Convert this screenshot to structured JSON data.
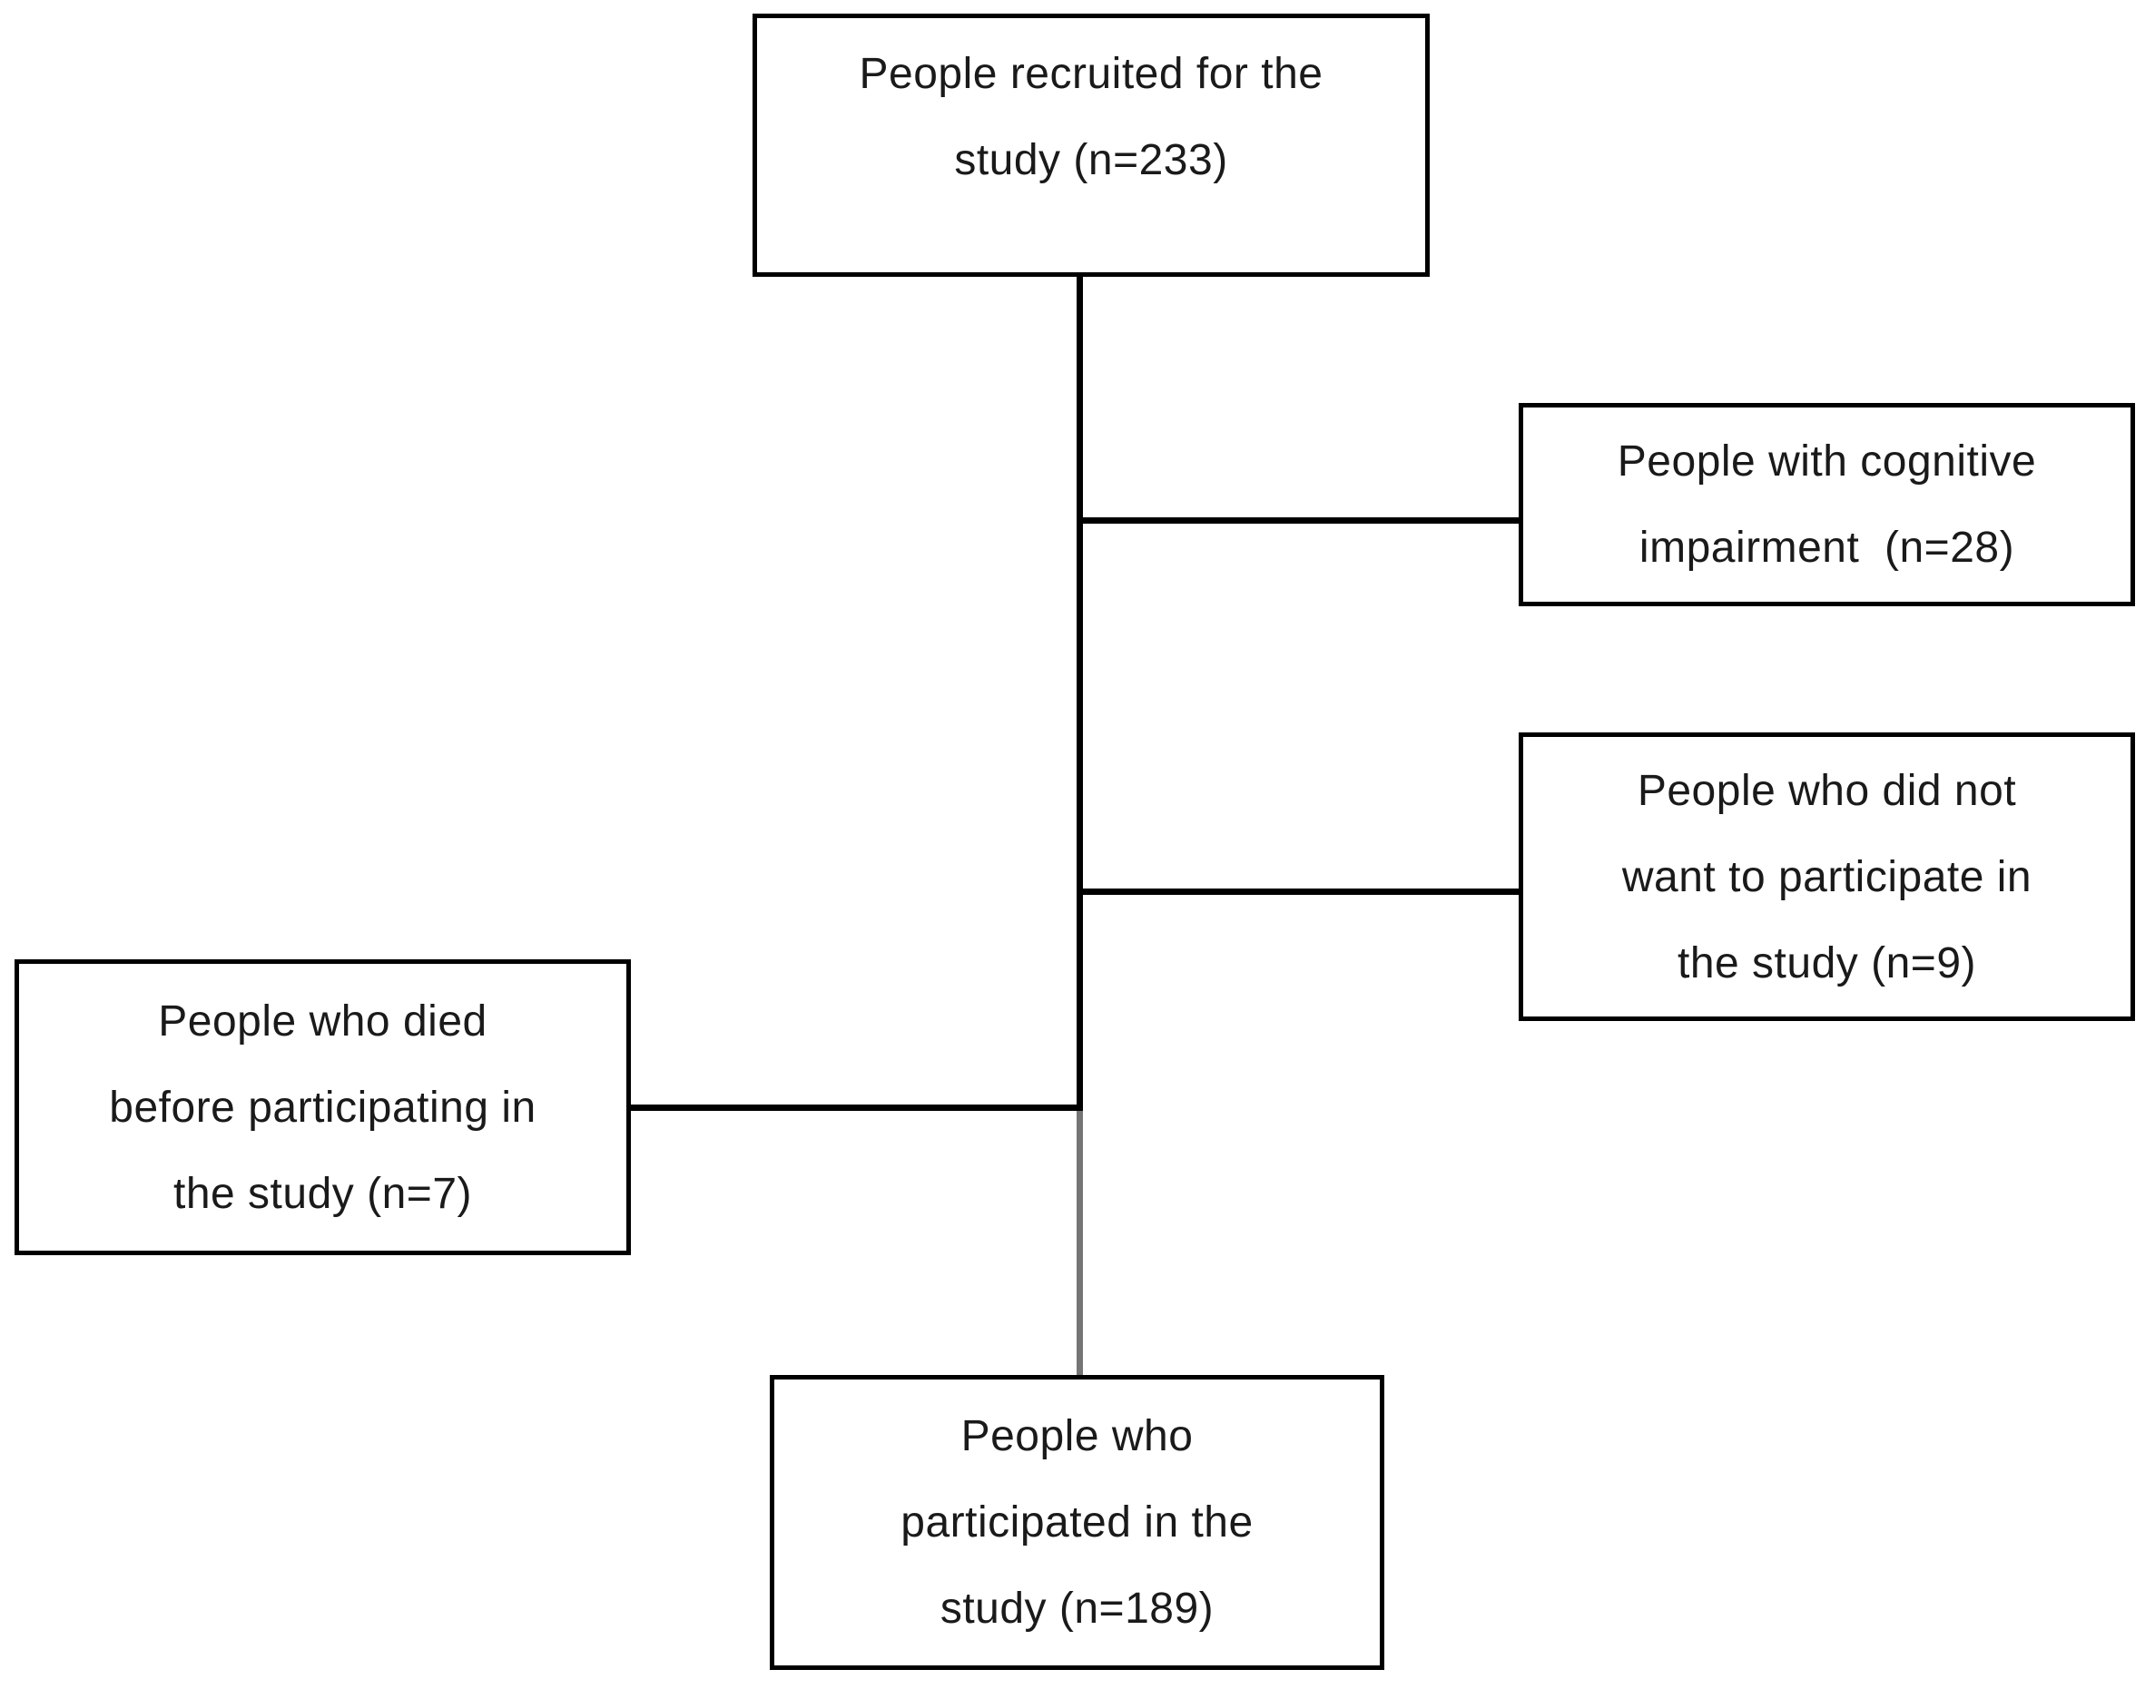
{
  "colors": {
    "background": "#ffffff",
    "box_border": "#000000",
    "text": "#1a1a1a",
    "connector_primary": "#000000",
    "connector_secondary": "#757575"
  },
  "flowchart": {
    "nodes": {
      "recruited": {
        "lines": [
          "People recruited for the",
          "study (n=233)"
        ],
        "n": 233
      },
      "cognitive_impairment": {
        "lines": [
          "People with cognitive",
          "impairment  (n=28)"
        ],
        "n": 28
      },
      "declined": {
        "lines": [
          "People who did not",
          "want to participate in",
          "the study (n=9)"
        ],
        "n": 9
      },
      "died": {
        "lines": [
          "People who died",
          "before participating in",
          "the study (n=7)"
        ],
        "n": 7
      },
      "participated": {
        "lines": [
          "People who",
          "participated in the",
          "study (n=189)"
        ],
        "n": 189
      }
    },
    "edges": [
      {
        "from": "recruited",
        "to": "cognitive_impairment"
      },
      {
        "from": "recruited",
        "to": "declined"
      },
      {
        "from": "recruited",
        "to": "died"
      },
      {
        "from": "recruited",
        "to": "participated"
      }
    ]
  }
}
